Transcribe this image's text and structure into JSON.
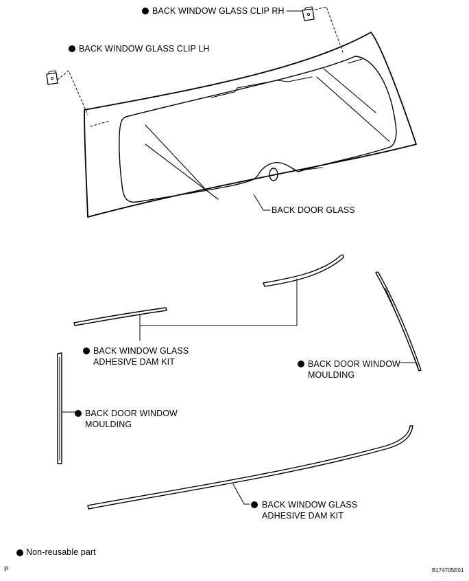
{
  "labels": {
    "clip_rh": "BACK WINDOW GLASS CLIP RH",
    "clip_lh": "BACK WINDOW GLASS CLIP LH",
    "back_door_glass": "BACK DOOR GLASS",
    "dam_kit_upper": [
      "BACK WINDOW GLASS",
      "ADHESIVE DAM KIT"
    ],
    "moulding_right": [
      "BACK DOOR WINDOW",
      "MOULDING"
    ],
    "moulding_left": [
      "BACK DOOR WINDOW",
      "MOULDING"
    ],
    "dam_kit_lower": [
      "BACK WINDOW GLASS",
      "ADHESIVE DAM KIT"
    ]
  },
  "legend": {
    "non_reusable": "Non-reusable part"
  },
  "corner": {
    "left": "P",
    "right": "B174705E01"
  },
  "icons": {
    "non_reusable_marker": "filled-circle-icon",
    "clip": "clip-icon"
  },
  "colors": {
    "ink": "#000000",
    "background": "#ffffff"
  }
}
